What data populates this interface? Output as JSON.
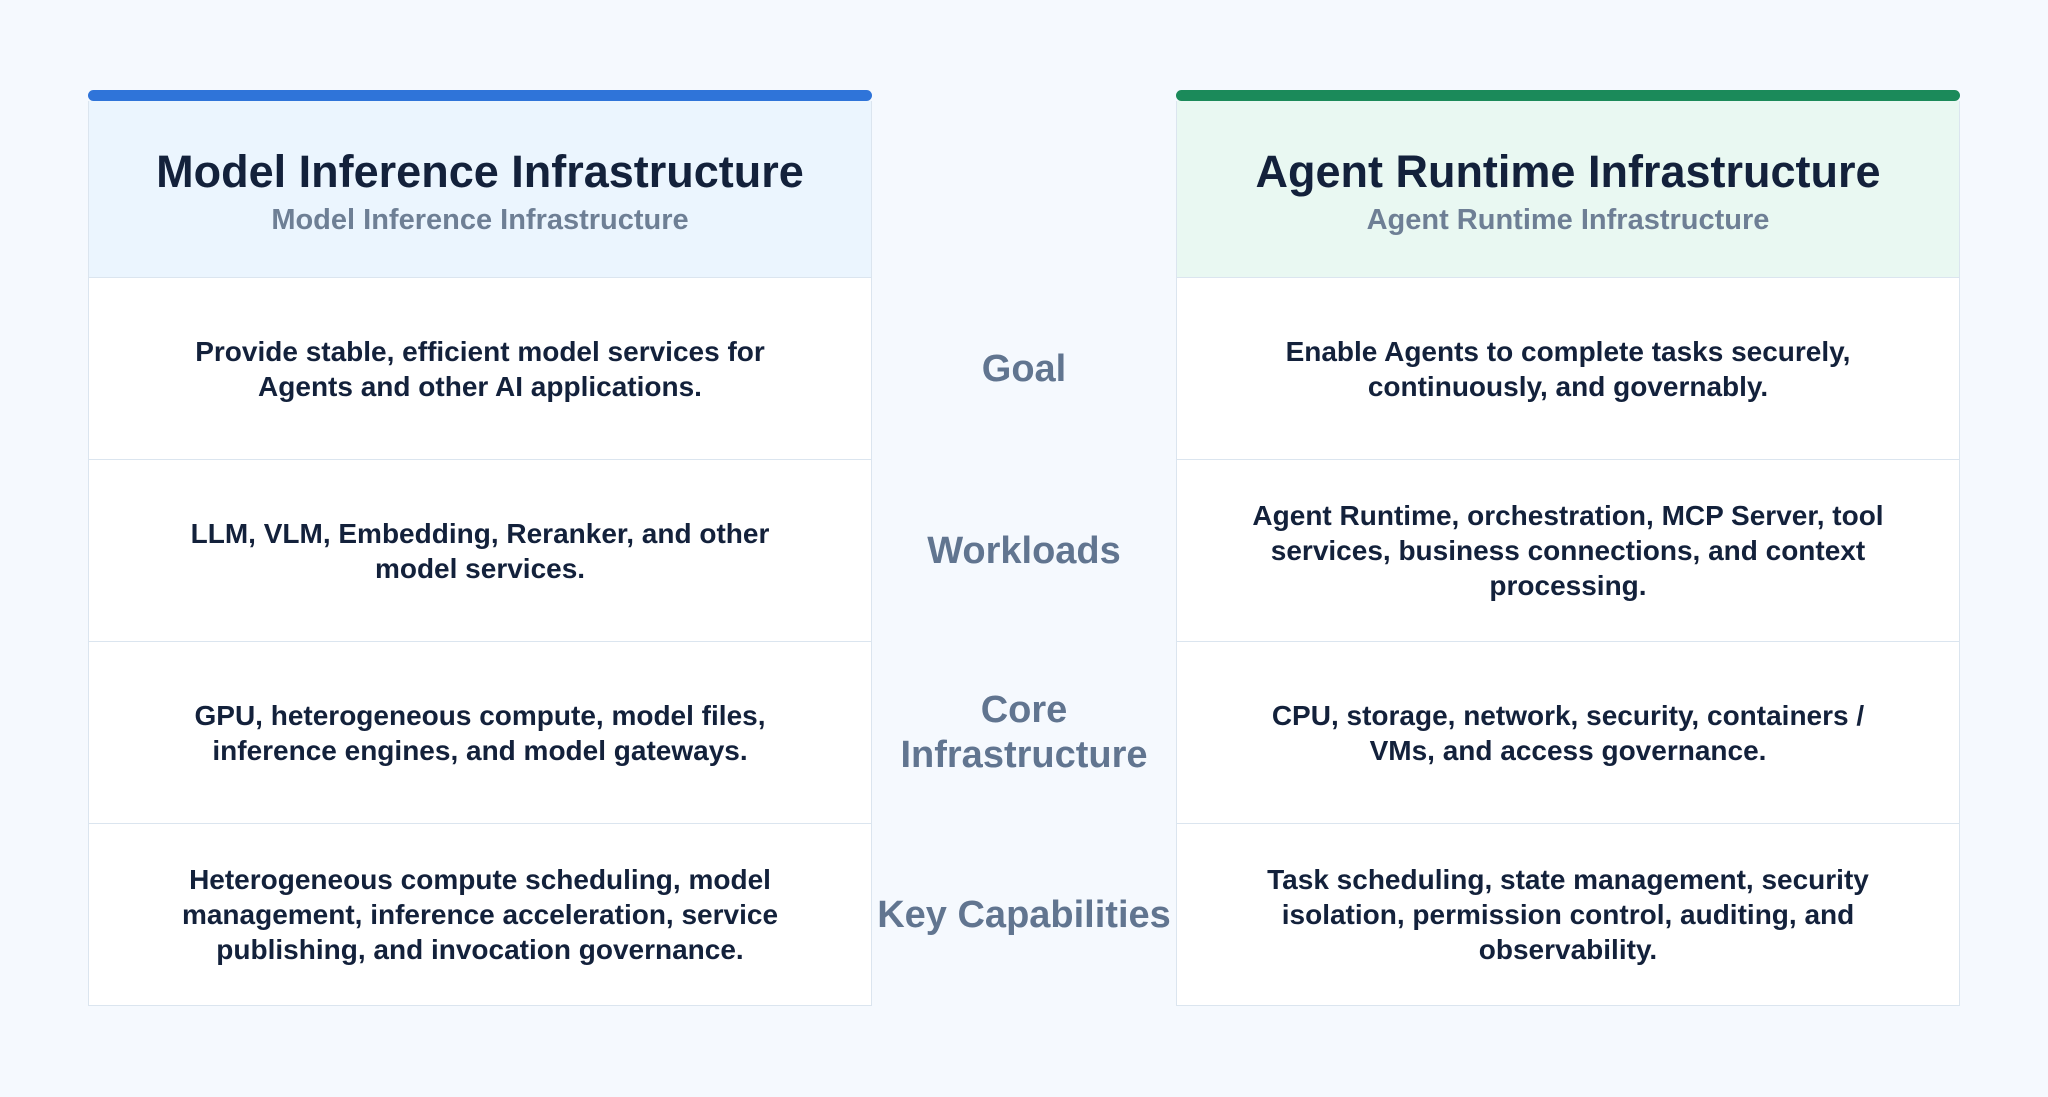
{
  "left_panel": {
    "title": "Model Inference Infrastructure",
    "subtitle": "Model Inference Infrastructure",
    "accent_color": "#2f74d9",
    "header_bg": "#ebf5fe",
    "rows": [
      "Provide stable, efficient model services for Agents and other AI applications.",
      "LLM, VLM, Embedding, Reranker, and other model services.",
      "GPU, heterogeneous compute, model files, inference engines, and model gateways.",
      "Heterogeneous compute scheduling, model management, inference acceleration, service publishing, and invocation governance."
    ]
  },
  "labels": [
    "Goal",
    "Workloads",
    "Core Infrastructure",
    "Key Capabilities"
  ],
  "right_panel": {
    "title": "Agent Runtime Infrastructure",
    "subtitle": "Agent Runtime Infrastructure",
    "accent_color": "#1b8a5a",
    "header_bg": "#e9f8f2",
    "rows": [
      "Enable Agents to complete tasks securely, continuously, and governably.",
      "Agent Runtime, orchestration, MCP Server, tool services, business connections, and context processing.",
      "CPU, storage, network, security, containers / VMs, and access governance.",
      "Task scheduling, state management, security isolation, permission control, auditing, and observability."
    ]
  }
}
